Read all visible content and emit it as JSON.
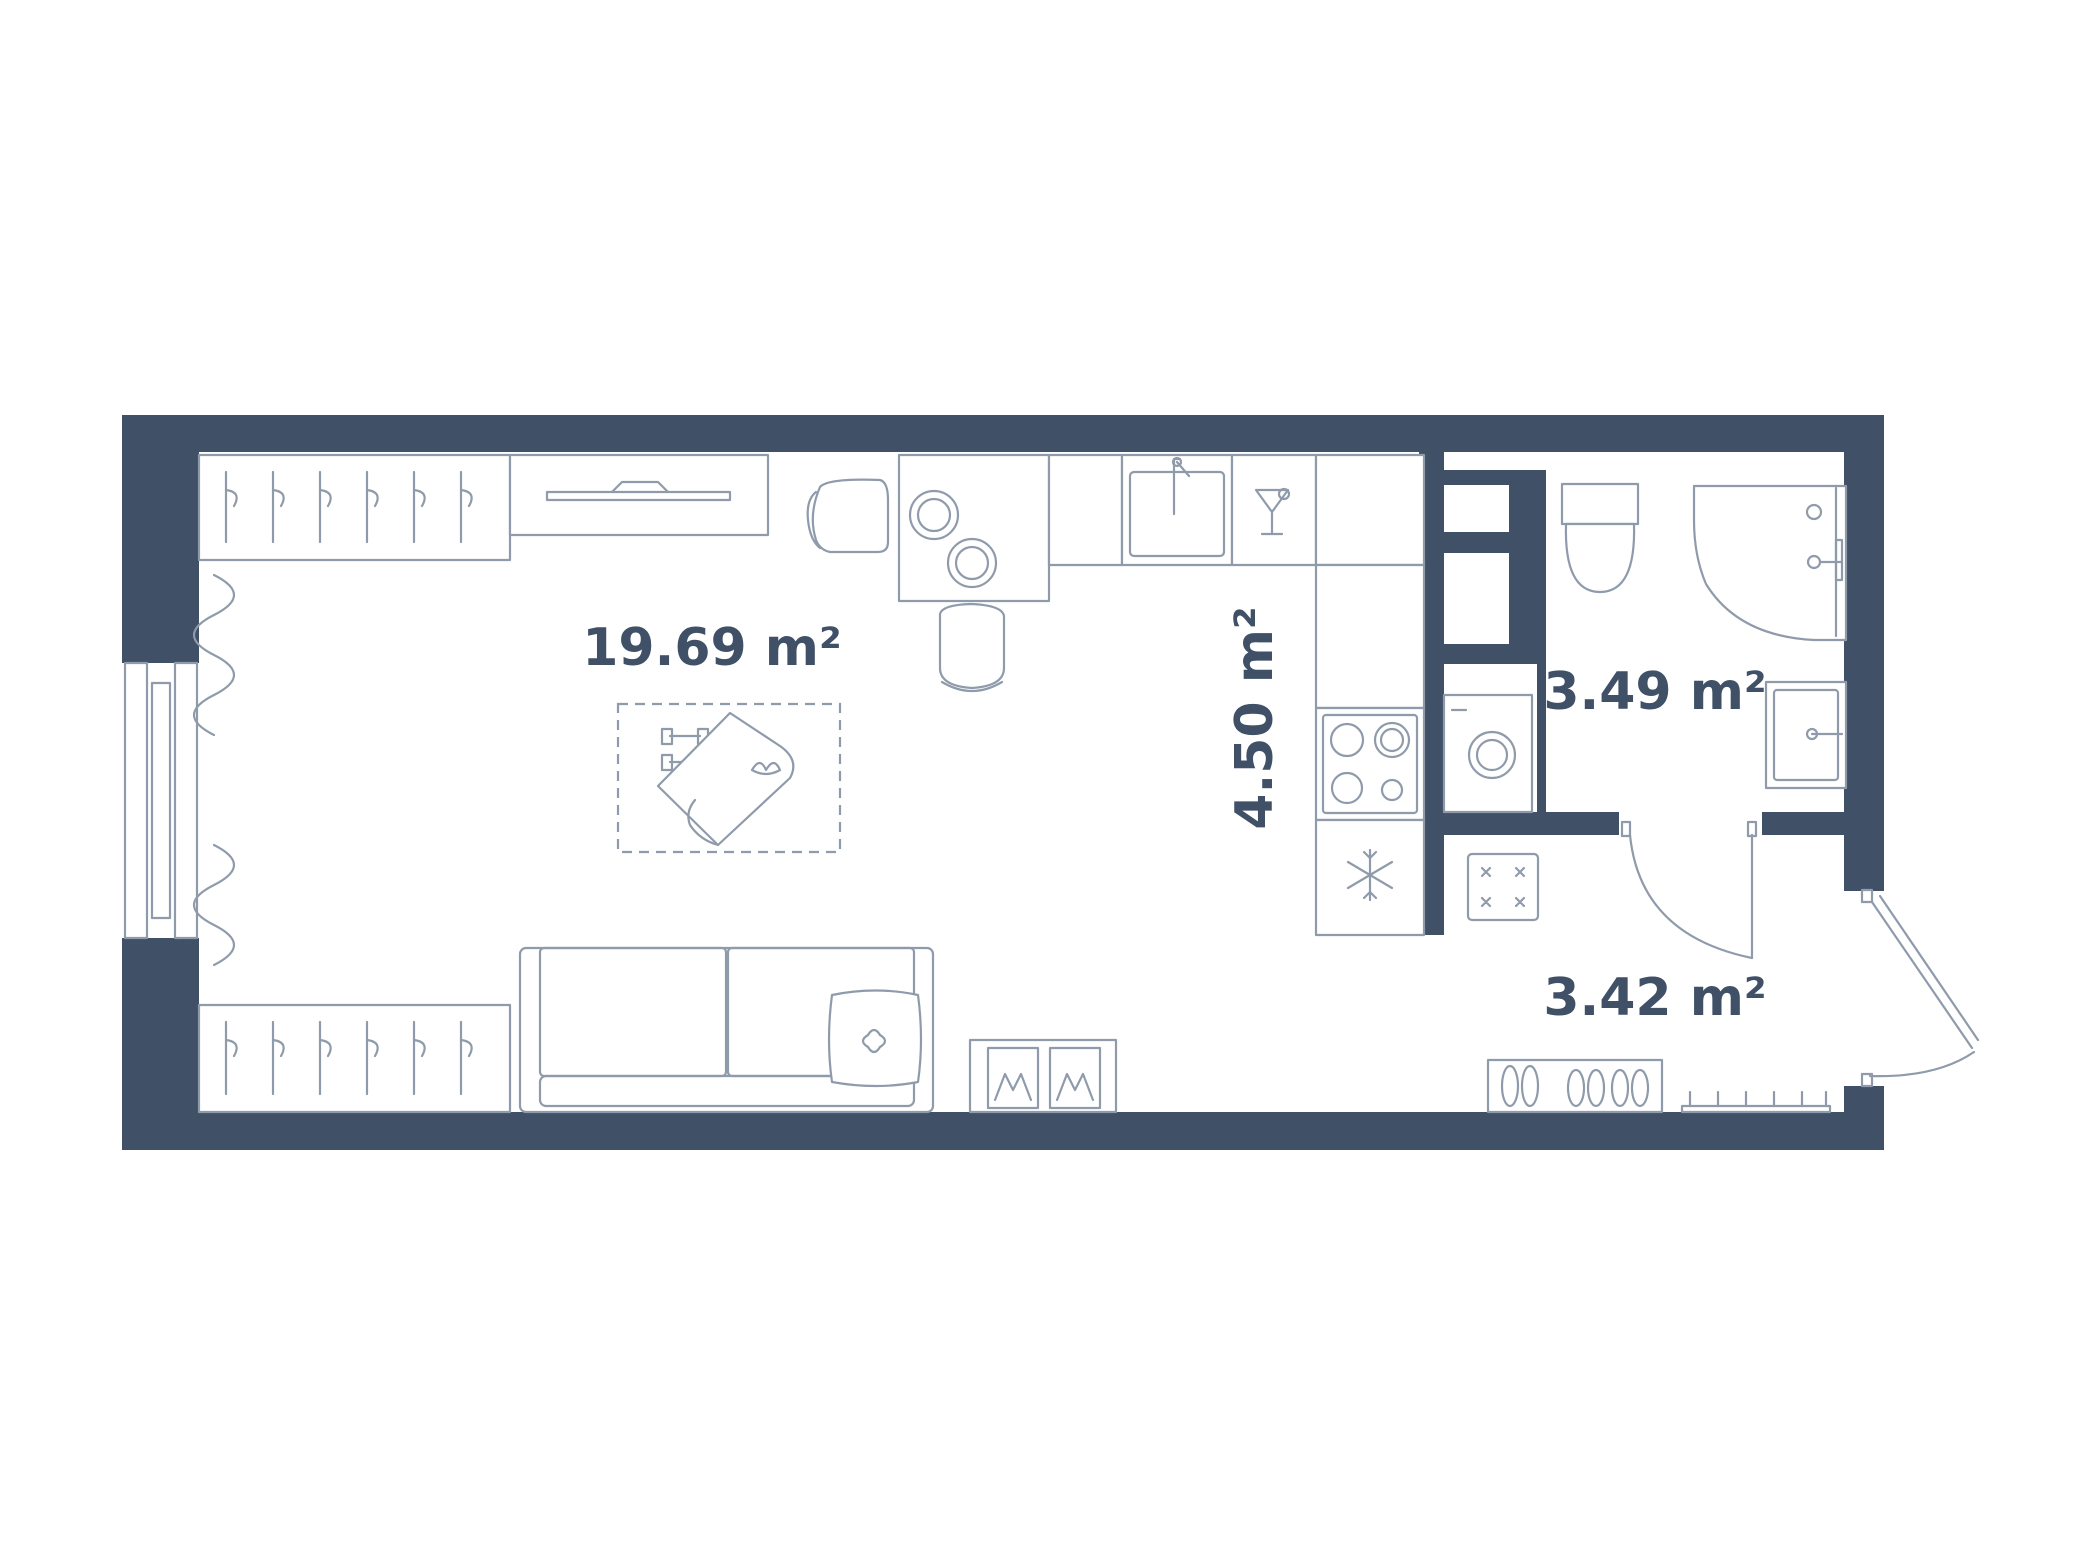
{
  "rooms": [
    {
      "id": "living",
      "area": "19.69 m²"
    },
    {
      "id": "kitchen",
      "area": "4.50 m²"
    },
    {
      "id": "bathroom",
      "area": "3.49 m²"
    },
    {
      "id": "hallway",
      "area": "3.42 m²"
    }
  ],
  "colors": {
    "wall": "#3f5067",
    "fixture_line": "#8f9bab",
    "background": "#ffffff"
  },
  "icons": [
    "wardrobe-icon",
    "tv-icon",
    "armchair-icon",
    "dining-table-icon",
    "sink-icon",
    "cocktail-glass-icon",
    "stove-icon",
    "fridge-snowflake-icon",
    "washing-machine-icon",
    "toilet-icon",
    "shower-icon",
    "washbasin-icon",
    "dumbbell-icon",
    "yoga-mat-icon",
    "sofa-icon",
    "pillow-icon",
    "shoe-rack-icon",
    "coat-hooks-icon",
    "door-icon",
    "window-icon",
    "curtain-icon"
  ]
}
